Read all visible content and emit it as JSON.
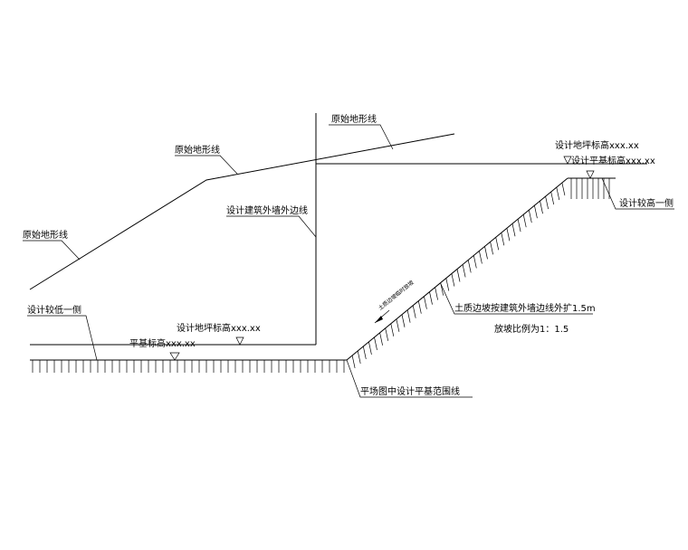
{
  "labels": {
    "original_ground_top": "原始地形线",
    "original_ground_mid": "原始地形线",
    "original_ground_left": "原始地形线",
    "building_outer_wall": "设计建筑外墙外边线",
    "high_side_floor_elev": "设计地坪标高xxx.xx",
    "high_side_base_elev": "设计平基标高xxx.xx",
    "high_side": "设计较高一侧",
    "low_side": "设计较低一侧",
    "low_side_floor_elev": "设计地坪标高xxx.xx",
    "low_side_base_elev": "平基标高xxx.xx",
    "slope_protection": "土质边坡按建筑外墙边线外扩1.5m",
    "slope_ratio": "放坡比例为1：1.5",
    "site_boundary": "平场图中设计平基范围线",
    "slope_small_text": "土质边坡临时放坡"
  }
}
